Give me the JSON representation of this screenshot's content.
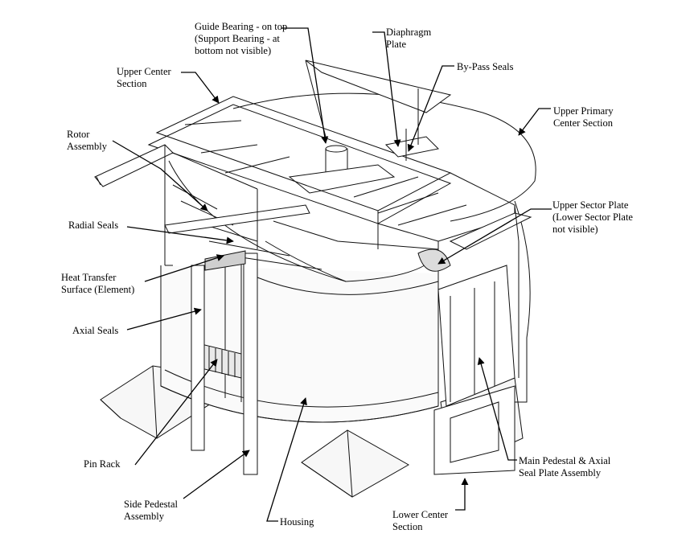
{
  "labels": {
    "guide_bearing": [
      "Guide Bearing - on top",
      "(Support Bearing - at",
      "bottom not visible)"
    ],
    "diaphragm_plate": [
      "Diaphragm",
      "Plate"
    ],
    "bypass_seals": [
      "By-Pass Seals"
    ],
    "upper_center_section": [
      "Upper Center",
      "Section"
    ],
    "upper_primary_center_section": [
      "Upper Primary",
      "Center Section"
    ],
    "rotor_assembly": [
      "Rotor",
      "Assembly"
    ],
    "upper_sector_plate": [
      "Upper Sector Plate",
      "(Lower Sector Plate",
      "not visible)"
    ],
    "radial_seals": [
      "Radial Seals"
    ],
    "heat_transfer_surface": [
      "Heat Transfer",
      "Surface (Element)"
    ],
    "axial_seals": [
      "Axial Seals"
    ],
    "pin_rack": [
      "Pin Rack"
    ],
    "side_pedestal_assembly": [
      "Side Pedestal",
      "Assembly"
    ],
    "housing": [
      "Housing"
    ],
    "lower_center_section": [
      "Lower Center",
      "Section"
    ],
    "main_pedestal_axial_seal_plate": [
      "Main Pedestal & Axial",
      "Seal Plate Assembly"
    ]
  }
}
